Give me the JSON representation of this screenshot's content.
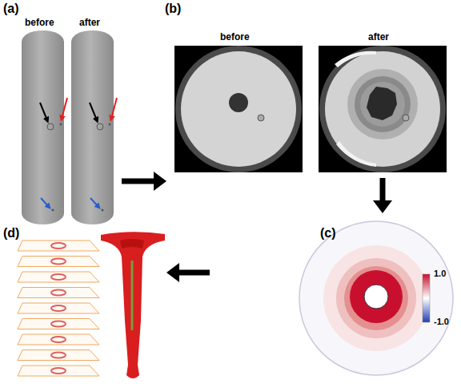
{
  "diagram": {
    "labels": [
      "(a)",
      "before",
      "after",
      "(b)",
      "before",
      "after",
      "(c)",
      "1.0",
      "-1.0",
      "(d)"
    ]
  }
}
